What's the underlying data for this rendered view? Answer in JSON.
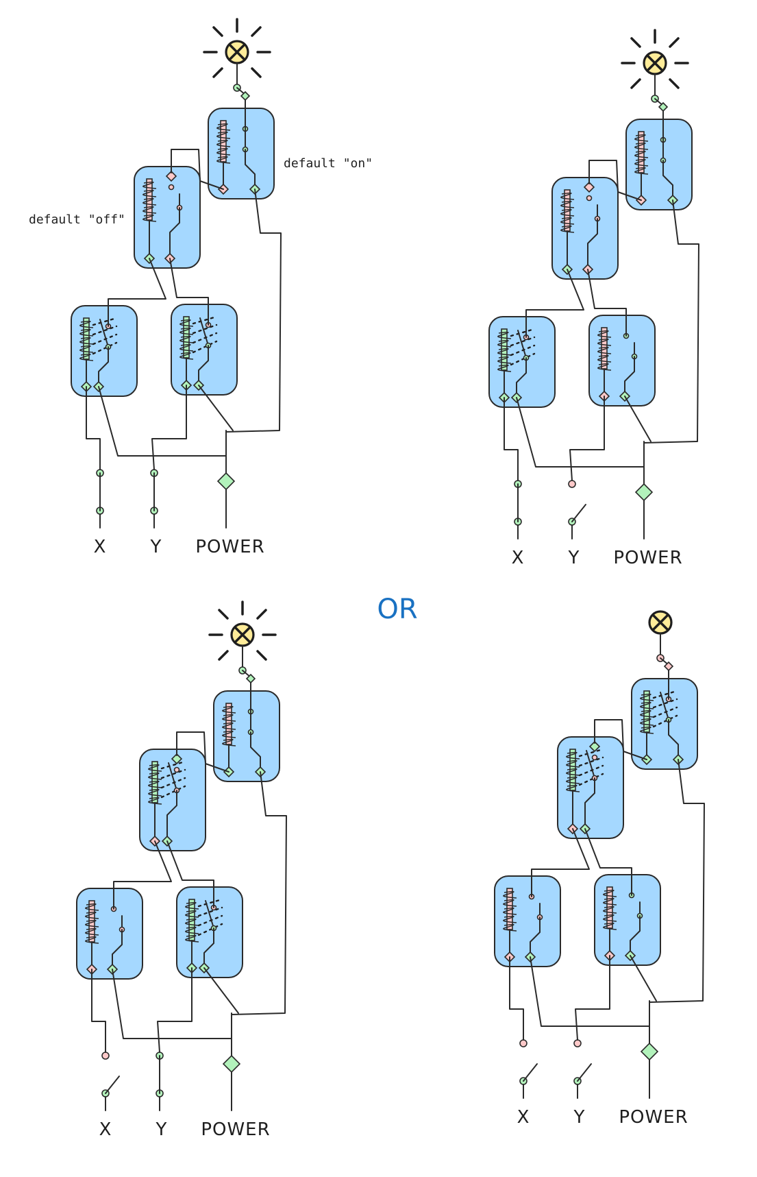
{
  "colors": {
    "on": "#b2f2bb",
    "off": "#ffc9c9",
    "relay_fill": "#a5d8ff",
    "lamp_fill": "#ffec99",
    "separator_text": "#1971c2"
  },
  "separator": {
    "text": "OR"
  },
  "annotations": {
    "default_off": "default \"off\"",
    "default_on": "default \"on\""
  },
  "labels": {
    "x": "X",
    "y": "Y",
    "power": "POWER"
  },
  "circuits": [
    {
      "id": "top-left",
      "inputs": {
        "x": true,
        "y": true
      },
      "relays": {
        "x_energized": true,
        "y_energized": true,
        "mid_energized": false,
        "top_energized": false
      },
      "lamp_lit": true,
      "show_annotations": true
    },
    {
      "id": "top-right",
      "inputs": {
        "x": true,
        "y": false
      },
      "relays": {
        "x_energized": true,
        "y_energized": false,
        "mid_energized": false,
        "top_energized": false
      },
      "lamp_lit": true,
      "show_annotations": false
    },
    {
      "id": "bottom-left",
      "inputs": {
        "x": false,
        "y": true
      },
      "relays": {
        "x_energized": false,
        "y_energized": true,
        "mid_energized": true,
        "top_energized": false
      },
      "lamp_lit": true,
      "show_annotations": false
    },
    {
      "id": "bottom-right",
      "inputs": {
        "x": false,
        "y": false
      },
      "relays": {
        "x_energized": false,
        "y_energized": false,
        "mid_energized": true,
        "top_energized": true
      },
      "lamp_lit": false,
      "show_annotations": false
    }
  ]
}
